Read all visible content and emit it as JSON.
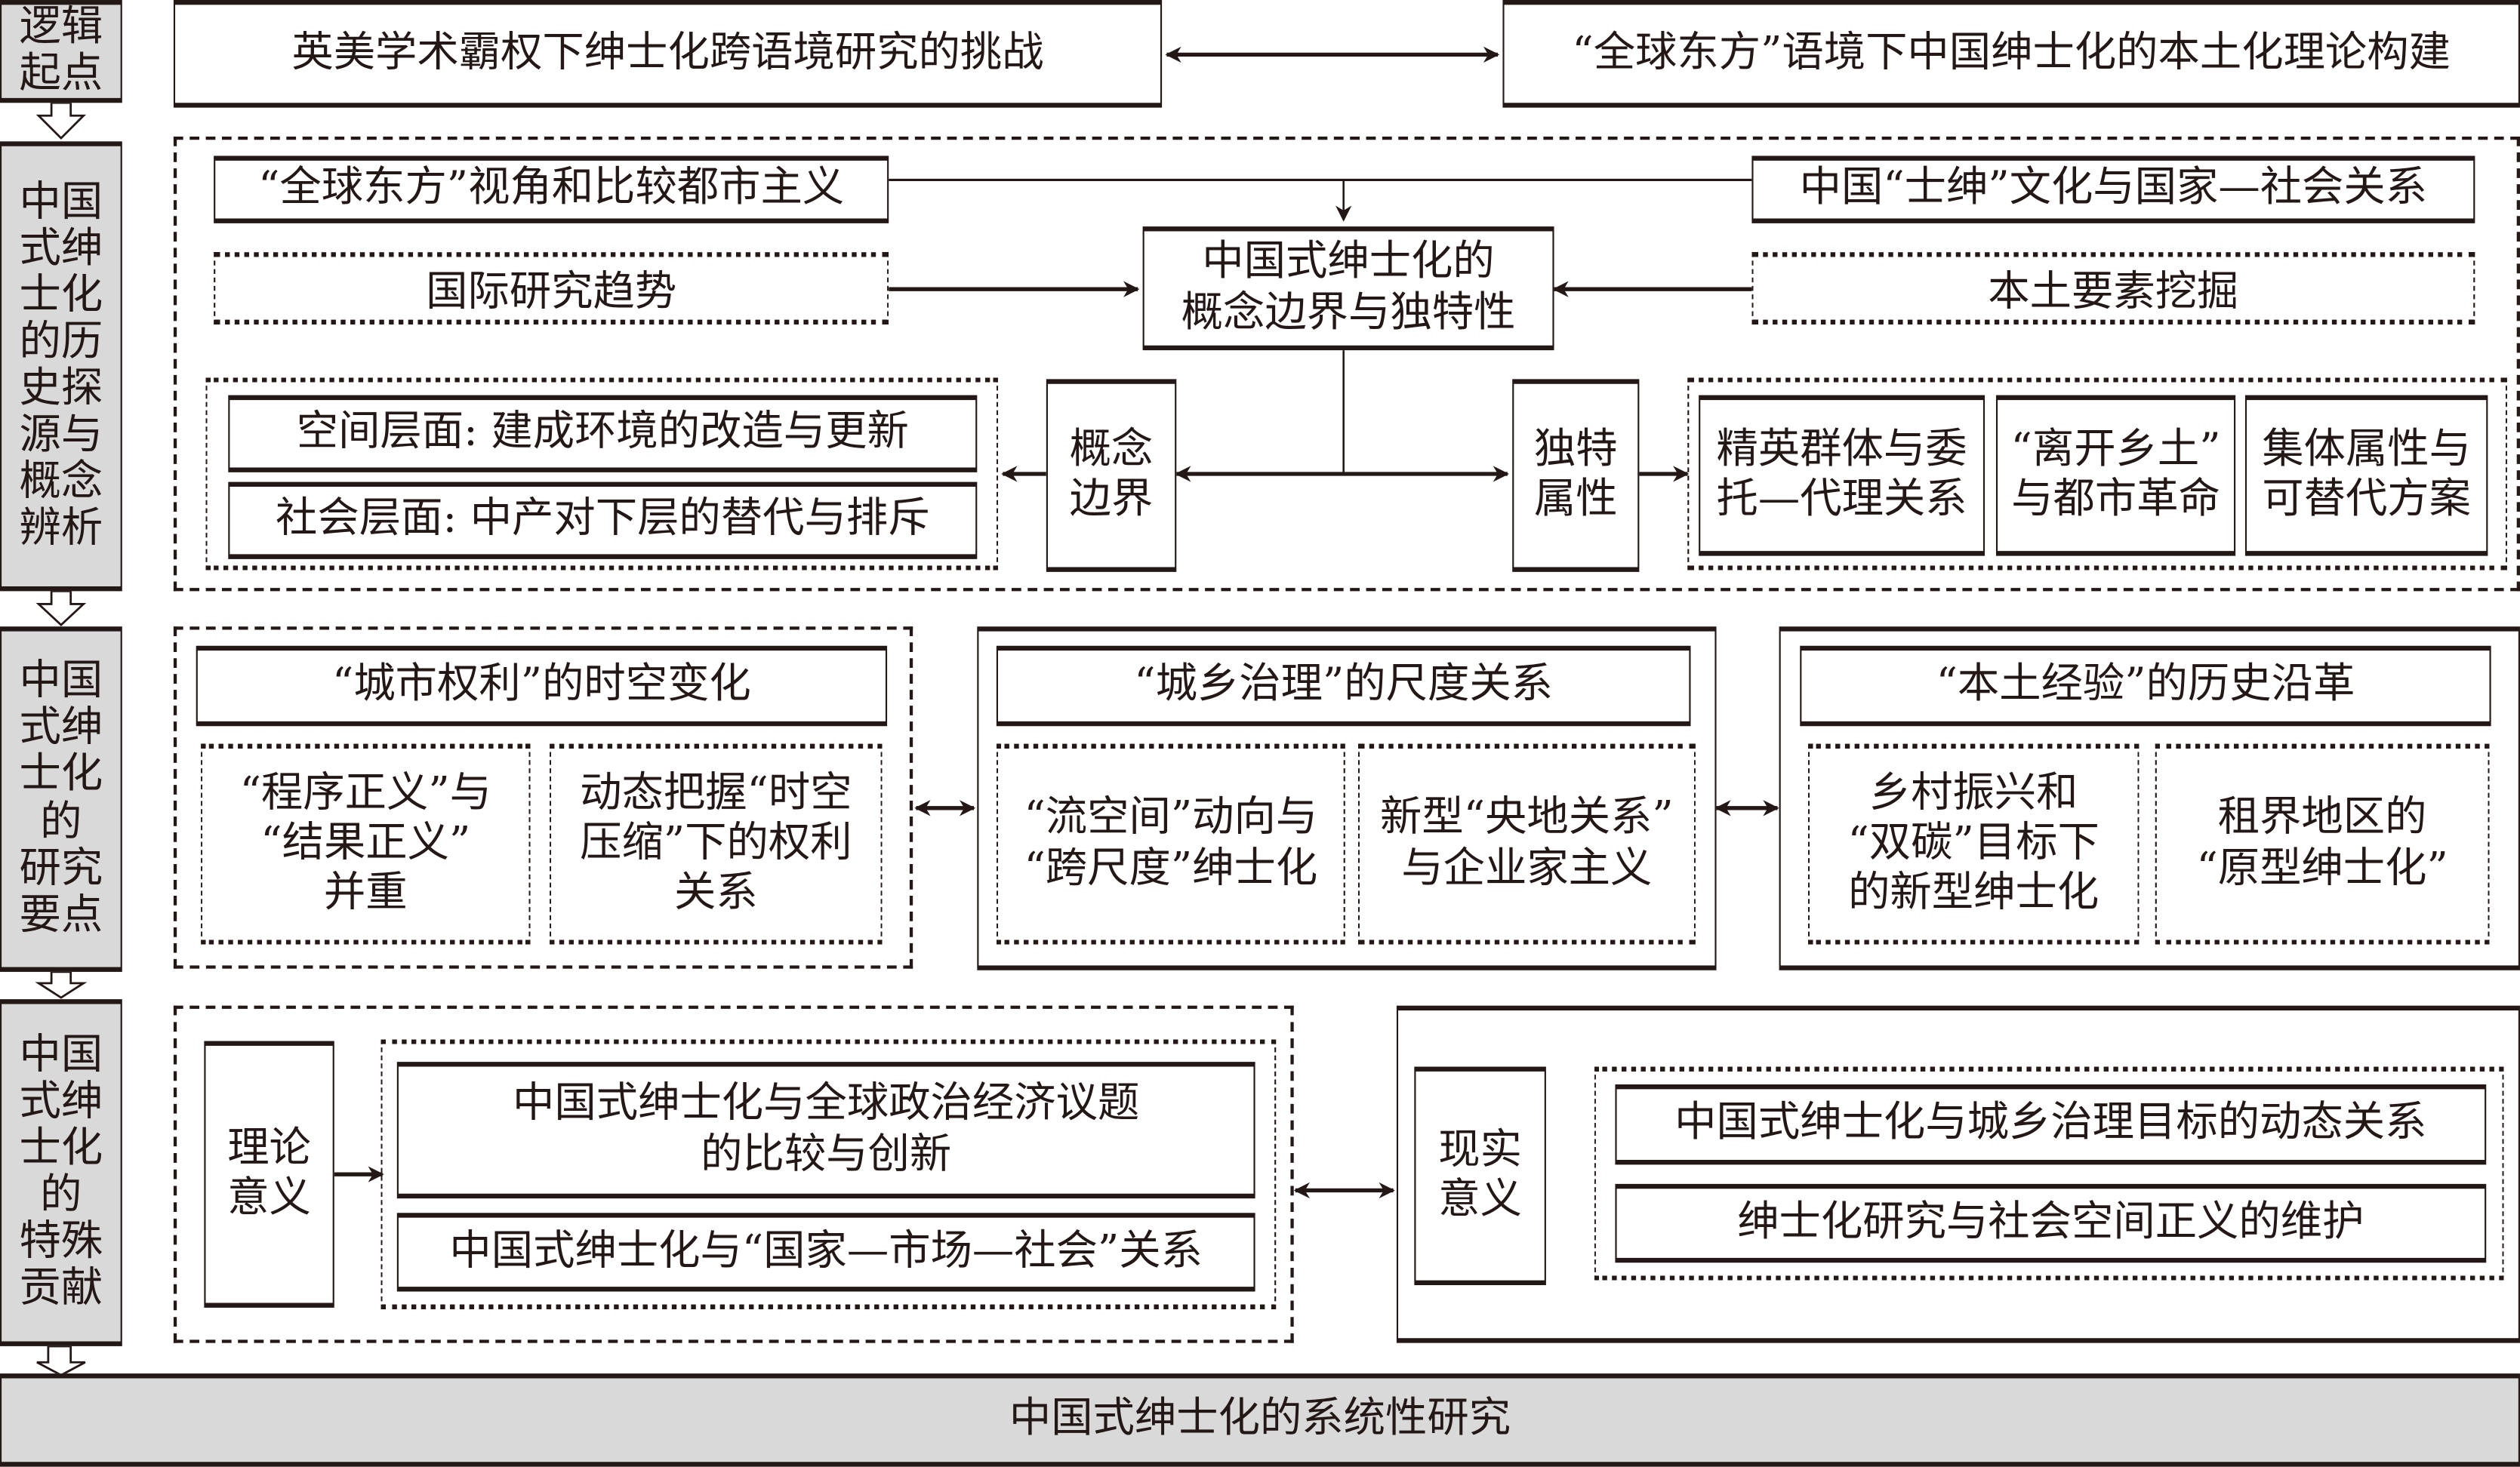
{
  "left_column": [
    {
      "label": "逻辑\n起点"
    },
    {
      "label": "中国\n式绅\n士化\n的历\n史探\n源与\n概念\n辨析"
    },
    {
      "label": "中国\n式绅\n士化\n的\n研究\n要点"
    },
    {
      "label": "中国\n式绅\n士化\n的\n特殊\n贡献"
    }
  ],
  "logic_start": {
    "left": "英美学术霸权下绅士化跨语境研究的挑战",
    "right": "“全球东方”语境下中国绅士化的本土化理论构建"
  },
  "history": {
    "top_left": "“全球东方”视角和比较都市主义",
    "top_right": "中国“士绅”文化与国家—社会关系",
    "mid_left": "国际研究趋势",
    "mid_right": "本土要素挖掘",
    "center": "中国式绅士化的\n概念边界与独特性",
    "boundary_label": "概念\n边界",
    "uniqueness_label": "独特\n属性",
    "boundary_items": [
      "空间层面: 建成环境的改造与更新",
      "社会层面: 中产对下层的替代与排斥"
    ],
    "uniqueness_items": [
      "精英群体与委\n托—代理关系",
      "“离开乡土”\n与都市革命",
      "集体属性与\n可替代方案"
    ]
  },
  "key_points": [
    {
      "title": "“城市权利”的时空变化",
      "items": [
        "“程序正义”与\n“结果正义”\n并重",
        "动态把握“时空\n压缩”下的权利\n关系"
      ]
    },
    {
      "title": "“城乡治理”的尺度关系",
      "items": [
        "“流空间”动向与\n“跨尺度”绅士化",
        "新型“央地关系”\n与企业家主义"
      ]
    },
    {
      "title": "“本土经验”的历史沿革",
      "items": [
        "乡村振兴和\n“双碳”目标下\n的新型绅士化",
        "租界地区的\n“原型绅士化”"
      ]
    }
  ],
  "contribution": {
    "theory_label": "理论\n意义",
    "theory_items": [
      "中国式绅士化与全球政治经济议题\n的比较与创新",
      "中国式绅士化与“国家—市场—社会”关系"
    ],
    "practice_label": "现实\n意义",
    "practice_items": [
      "中国式绅士化与城乡治理目标的动态关系",
      "绅士化研究与社会空间正义的维护"
    ]
  },
  "conclusion": "中国式绅士化的系统性研究",
  "colors": {
    "stroke": "#231815",
    "stage_fill": "#d9d9d9",
    "background": "#ffffff"
  }
}
